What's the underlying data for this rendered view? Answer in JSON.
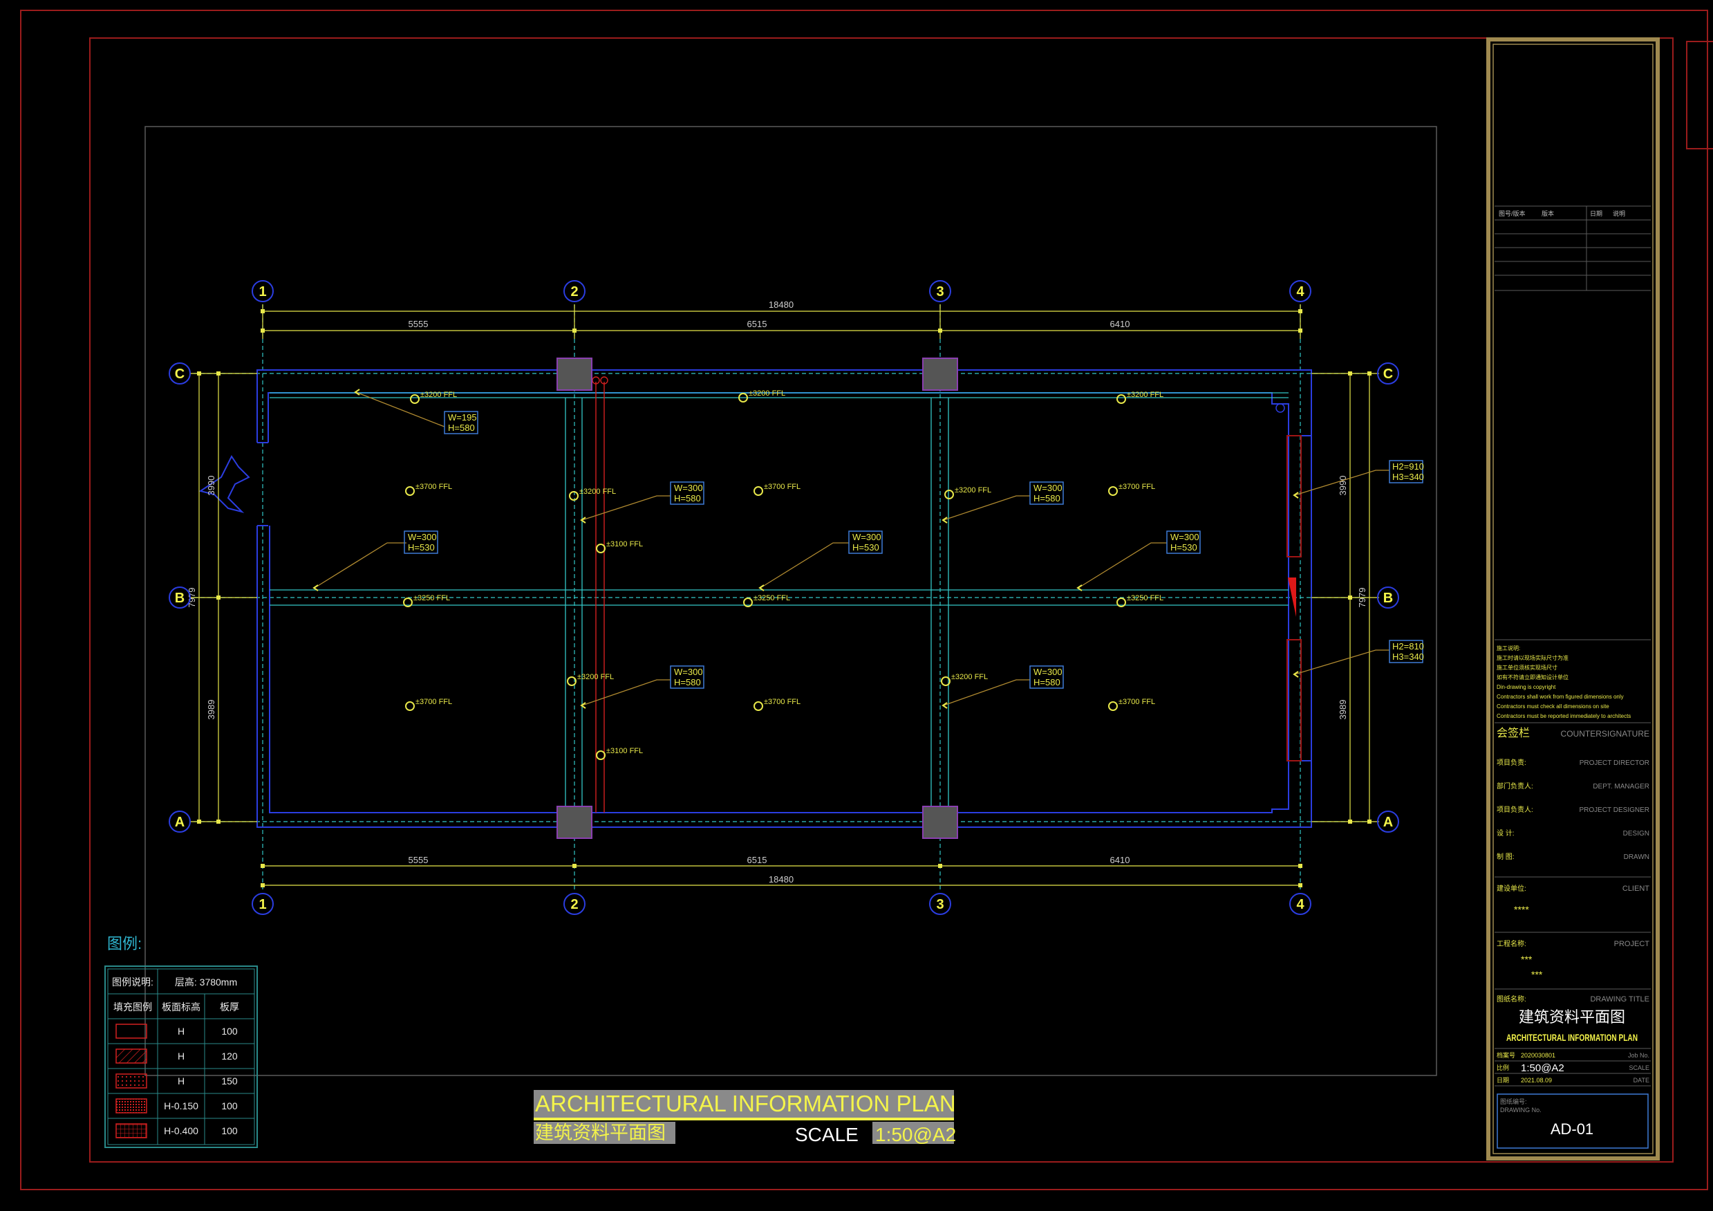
{
  "colors": {
    "background": "#000000",
    "border_red": "#9b1c1c",
    "wall_blue": "#2b3de0",
    "dim_yellow": "#e8e84a",
    "grid_cyan": "#33c7c7",
    "column_purple": "#6d3f8f",
    "label_box": "#3d7bd6",
    "leader_gold": "#b08a30",
    "titleblock_gold": "#a08a50",
    "table_teal": "#2a8a8a",
    "red_wall": "#d22020"
  },
  "grid": {
    "cols": [
      "1",
      "2",
      "3",
      "4"
    ],
    "rows": [
      "C",
      "B",
      "A"
    ]
  },
  "dimensions": {
    "top_total": "18480",
    "top_spans": [
      "5555",
      "6515",
      "6410"
    ],
    "bottom_total": "18480",
    "bottom_spans": [
      "5555",
      "6515",
      "6410"
    ],
    "left_total": "7979",
    "left_spans": [
      "3990",
      "3989"
    ],
    "right_total": "7979",
    "right_spans": [
      "3990",
      "3989"
    ]
  },
  "plan_labels": {
    "ffl_3200": "±3200 FFL",
    "ffl_3700": "±3700 FFL",
    "ffl_3250": "±3250 FFL",
    "ffl_3100": "±3100 FFL",
    "box_w195": [
      "W=195",
      "H=580"
    ],
    "box_w300_580": [
      "W=300",
      "H=580"
    ],
    "box_w300_530": [
      "W=300",
      "H=530"
    ],
    "box_right": [
      "H2=910",
      "H3=340"
    ],
    "box_right2": [
      "H2=810",
      "H3=340"
    ]
  },
  "legend": {
    "heading": "图例:",
    "title_cell": "图例说明:",
    "height_cell": "层高: 3780mm",
    "col_headers": [
      "填充图例",
      "板面标高",
      "板厚"
    ],
    "rows": [
      {
        "level": "H",
        "thickness": "100"
      },
      {
        "level": "H",
        "thickness": "120"
      },
      {
        "level": "H",
        "thickness": "150"
      },
      {
        "level": "H-0.150",
        "thickness": "100"
      },
      {
        "level": "H-0.400",
        "thickness": "100"
      }
    ]
  },
  "drawing_title": {
    "en": "ARCHITECTURAL INFORMATION PLAN",
    "cn": "建筑资料平面图",
    "scale_label": "SCALE",
    "scale_value": "1:50@A2"
  },
  "title_block": {
    "rev_headers": [
      "图号/版本",
      "版本",
      "日期",
      "说明"
    ],
    "notes": [
      "施工说明:",
      "施工时请以现场实际尺寸为准",
      "施工单位须核实现场尺寸",
      "如有不符请立即通知设计单位",
      "Din-drawing is copyright",
      "Contractors shall work from figured dimensions only",
      "Contractors must check all dimensions on site",
      "Contractors must be reported immediately to architects"
    ],
    "countersign_cn": "会签栏",
    "countersign_en": "COUNTERSIGNATURE",
    "roles": [
      {
        "cn": "项目负责:",
        "en": "PROJECT DIRECTOR"
      },
      {
        "cn": "部门负责人:",
        "en": "DEPT. MANAGER"
      },
      {
        "cn": "项目负责人:",
        "en": "PROJECT DESIGNER"
      },
      {
        "cn": "设    计:",
        "en": "DESIGN"
      },
      {
        "cn": "制    图:",
        "en": "DRAWN"
      }
    ],
    "client_cn": "建设单位:",
    "client_en": "CLIENT",
    "client_value": "****",
    "project_cn": "工程名称:",
    "project_en": "PROJECT",
    "project_value_1": "***",
    "project_value_2": "***",
    "title_label_cn": "图纸名称:",
    "title_label_en": "DRAWING TITLE",
    "title_cn": "建筑资料平面图",
    "title_en": "ARCHITECTURAL INFORMATION PLAN",
    "job_cn": "档案号",
    "job_value": "2020030801",
    "job_en": "Job No.",
    "scale_cn": "比例",
    "scale_value": "1:50@A2",
    "scale_en": "SCALE",
    "date_cn": "日期",
    "date_value": "2021.08.09",
    "date_en": "DATE",
    "drawing_no_cn": "图纸编号:",
    "drawing_no_en": "DRAWING No.",
    "drawing_no": "AD-01"
  }
}
